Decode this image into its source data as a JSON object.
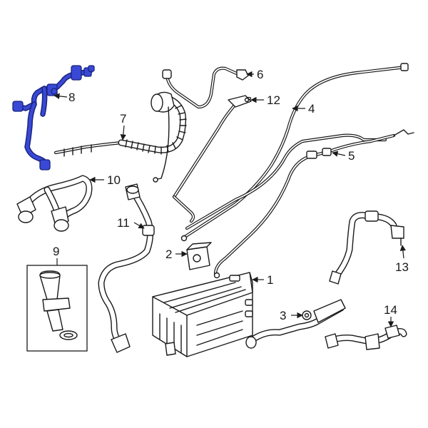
{
  "colors": {
    "line": "#1a1a1a",
    "highlight": "#3949d6",
    "highlight_edge": "#1a237e",
    "background": "#ffffff"
  },
  "callouts": {
    "c1": "1",
    "c2": "2",
    "c3": "3",
    "c4": "4",
    "c5": "5",
    "c6": "6",
    "c7": "7",
    "c8": "8",
    "c9": "9",
    "c10": "10",
    "c11": "11",
    "c12": "12",
    "c13": "13",
    "c14": "14"
  },
  "highlighted_part": "8"
}
